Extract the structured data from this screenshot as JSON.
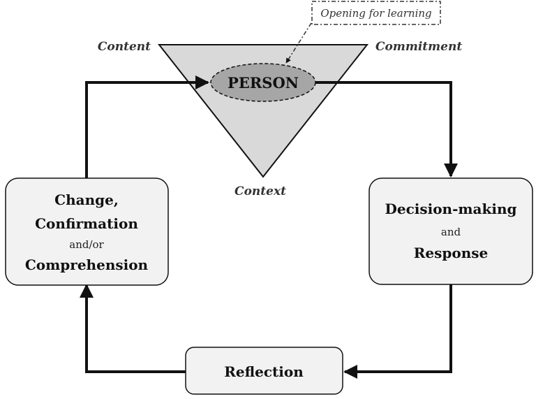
{
  "triangle": {
    "vertex_left": "Content",
    "vertex_right": "Commitment",
    "vertex_bottom": "Context"
  },
  "person": {
    "label": "PERSON"
  },
  "callout": {
    "label": "Opening for learning"
  },
  "boxes": {
    "left": {
      "line1": "Change,",
      "line2": "Confirmation",
      "line3": "and/or",
      "line4": "Comprehension"
    },
    "right": {
      "line1": "Decision-making",
      "line2": "and",
      "line3": "Response"
    },
    "bottom": {
      "line1": "Reflection"
    }
  },
  "colors": {
    "triangle_fill": "#d9d9d9",
    "person_fill": "#a6a6a6",
    "box_fill": "#f2f2f2",
    "stroke": "#111111"
  }
}
